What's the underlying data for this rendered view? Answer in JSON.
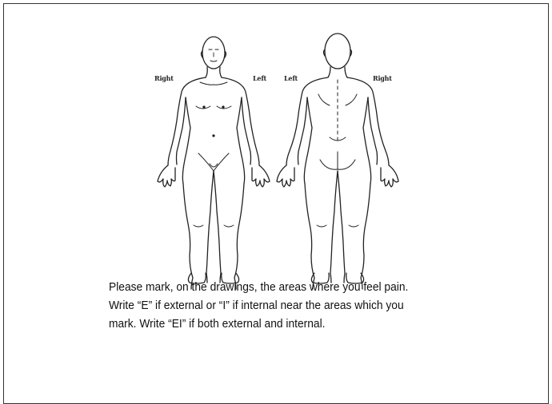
{
  "diagram": {
    "front_view": {
      "label_right": "Right",
      "label_left": "Left"
    },
    "back_view": {
      "label_left": "Left",
      "label_right": "Right"
    }
  },
  "instructions": {
    "line1": "Please mark, on the drawings, the areas where you feel pain.",
    "line2": "Write “E” if external or “I” if internal near the areas which you",
    "line3": "mark. Write “EI” if both external and internal."
  }
}
